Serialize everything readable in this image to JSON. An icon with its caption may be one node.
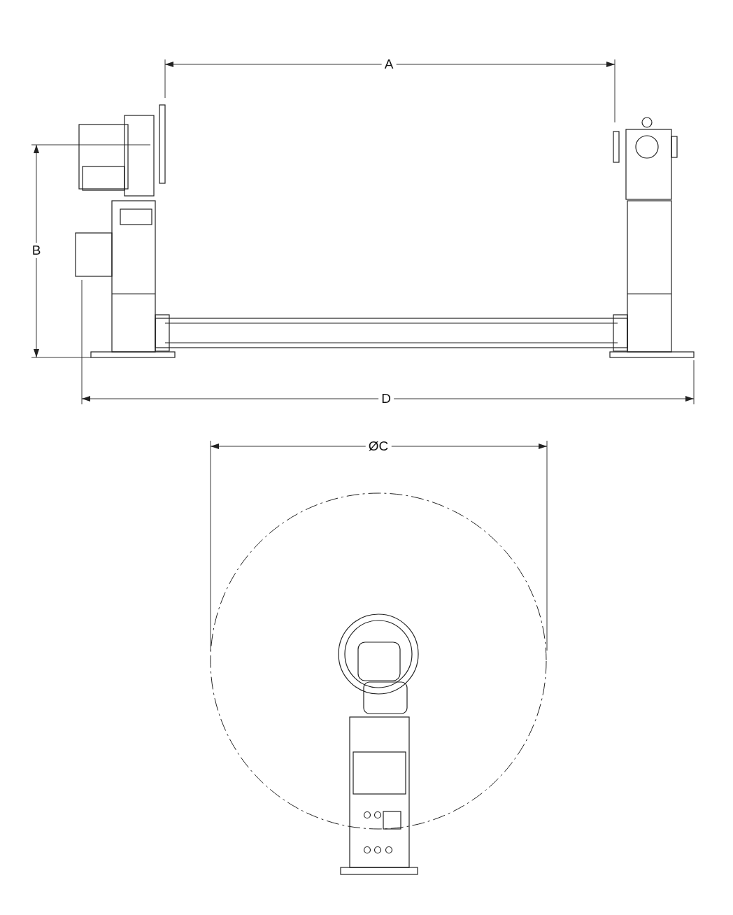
{
  "diagram": {
    "labels": [
      "A",
      "B",
      "D",
      "ØC"
    ]
  }
}
